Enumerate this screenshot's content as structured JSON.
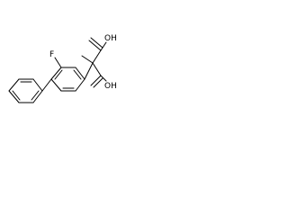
{
  "molecule": {
    "labels": {
      "fluorine": "F",
      "acid_top": "OH",
      "acid_bottom": "OH"
    }
  }
}
